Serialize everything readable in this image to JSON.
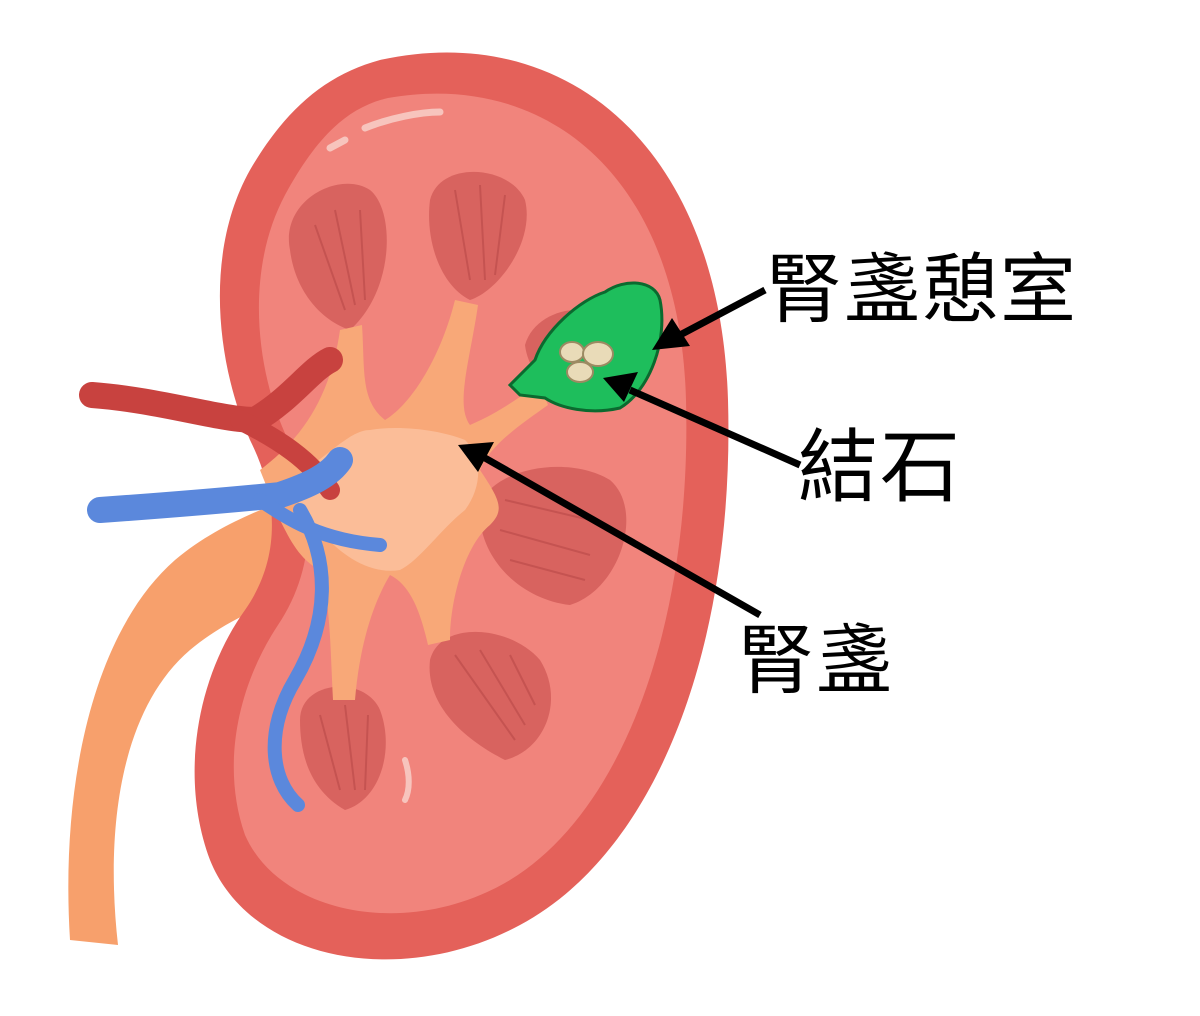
{
  "labels": {
    "diverticulum": "腎盞憩室",
    "stone": "結石",
    "calyx": "腎盞"
  },
  "colors": {
    "kidney_outer": "#e4615a",
    "kidney_cortex": "#f1847c",
    "pyramid": "#d8635f",
    "pelvis": "#f9b58c",
    "ureter": "#f7a06c",
    "artery": "#c8423f",
    "vein": "#5b88dc",
    "diverticulum": "#1ebe5c",
    "stone": "#e9dbb8",
    "arrow": "#000000"
  }
}
